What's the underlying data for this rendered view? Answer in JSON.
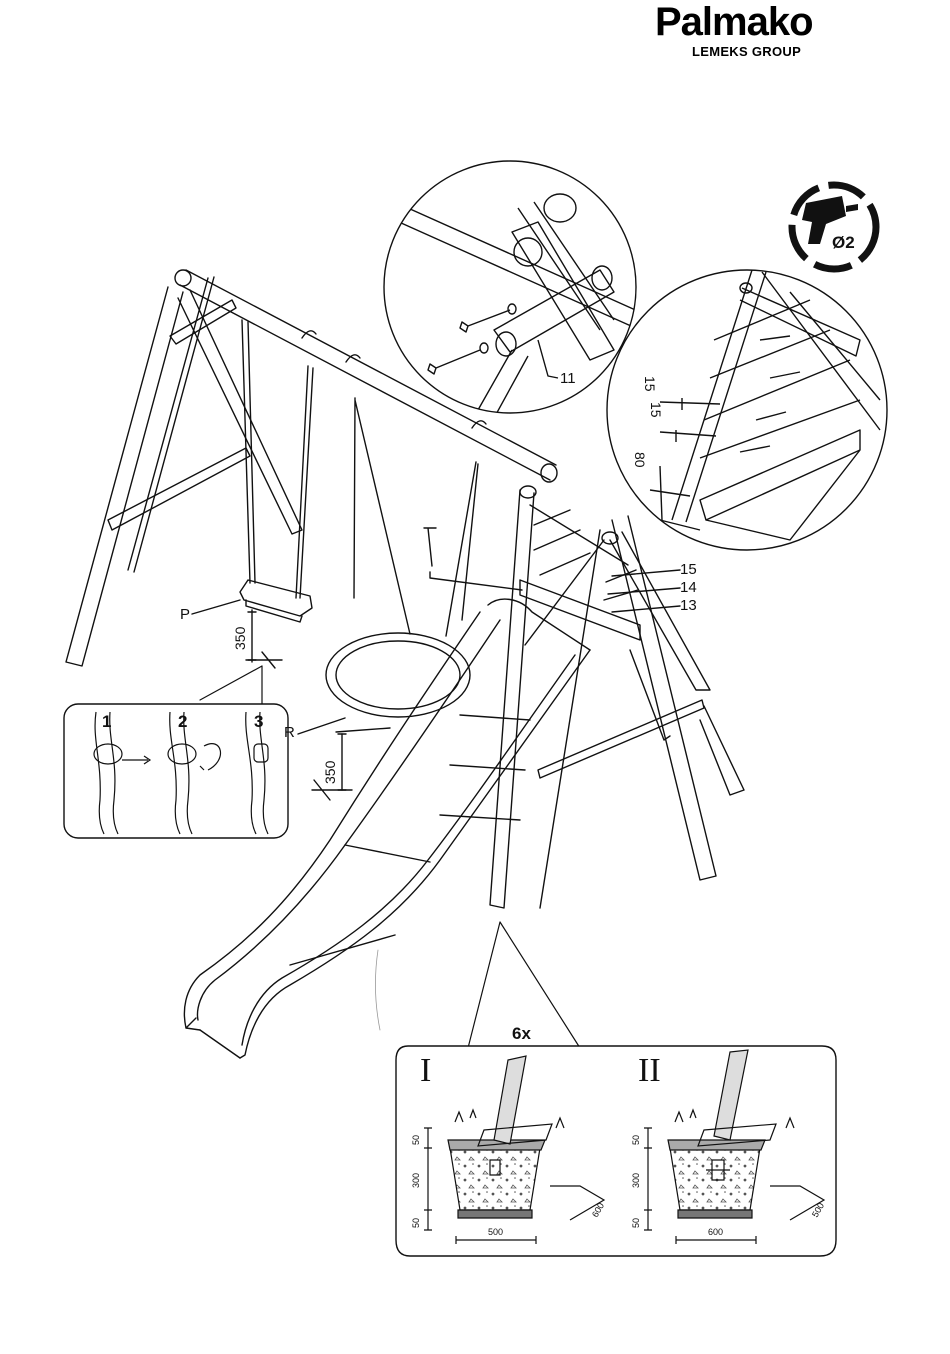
{
  "header": {
    "brand": "Palmako",
    "sub_brand": "LEMEKS GROUP"
  },
  "drill_badge": {
    "label": "Ø2",
    "icon": "drill-icon"
  },
  "part_labels": {
    "p": "P",
    "r": "R",
    "p11": "11",
    "p13": "13",
    "p14": "14",
    "p15": "15"
  },
  "dimensions": {
    "seat_height": "350",
    "nest_height": "350",
    "rail_gap_1": "15",
    "rail_gap_2": "15",
    "rail_offset": "80"
  },
  "rope_steps": [
    "1",
    "2",
    "3"
  ],
  "foundation": {
    "count": "6x",
    "variants": [
      {
        "id": "I",
        "top": "50",
        "depth": "300",
        "bottom": "50",
        "width": "500",
        "length": "600"
      },
      {
        "id": "II",
        "top": "50",
        "depth": "300",
        "bottom": "50",
        "width": "600",
        "length": "500"
      }
    ]
  }
}
